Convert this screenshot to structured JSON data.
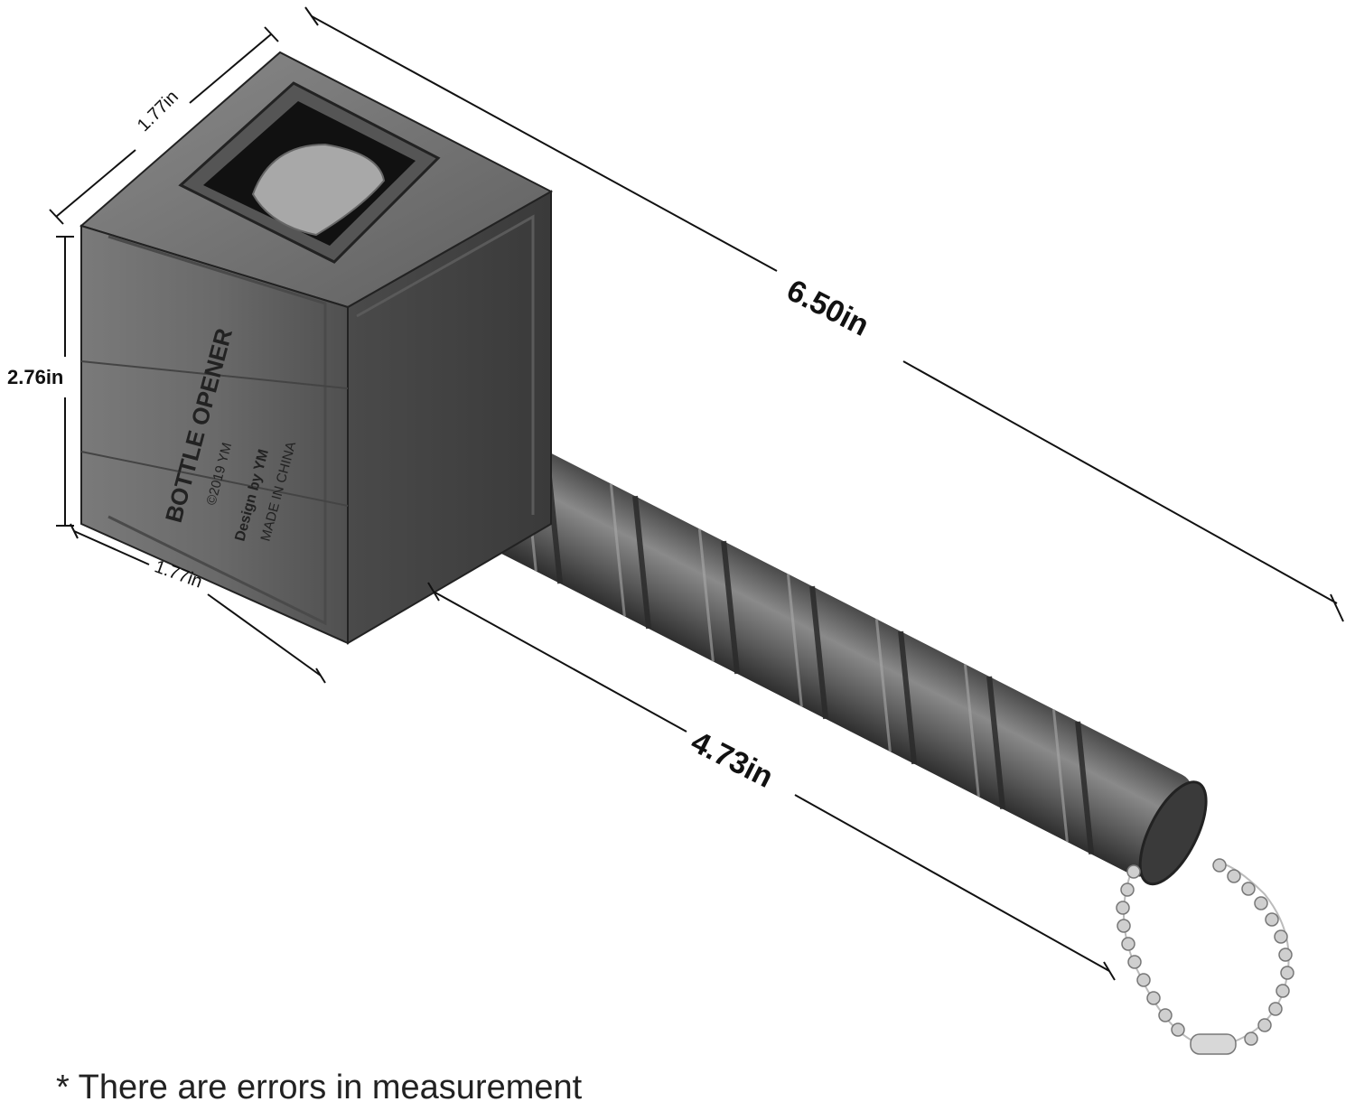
{
  "dimensions": {
    "width_top": "1.77in",
    "height": "2.76in",
    "width_bottom": "1.77in",
    "total_length": "6.50in",
    "handle_length": "4.73in"
  },
  "engraving": {
    "line1": "BOTTLE OPENER",
    "line2": "©2019 YM",
    "line3": "Design by YM",
    "line4": "MADE IN CHINA"
  },
  "footnote": "* There are errors in measurement",
  "colors": {
    "metal_dark": "#3a3a3a",
    "metal_mid": "#6b6b6b",
    "metal_light": "#9a9a9a",
    "line": "#111111",
    "chain": "#c8c8c8"
  }
}
